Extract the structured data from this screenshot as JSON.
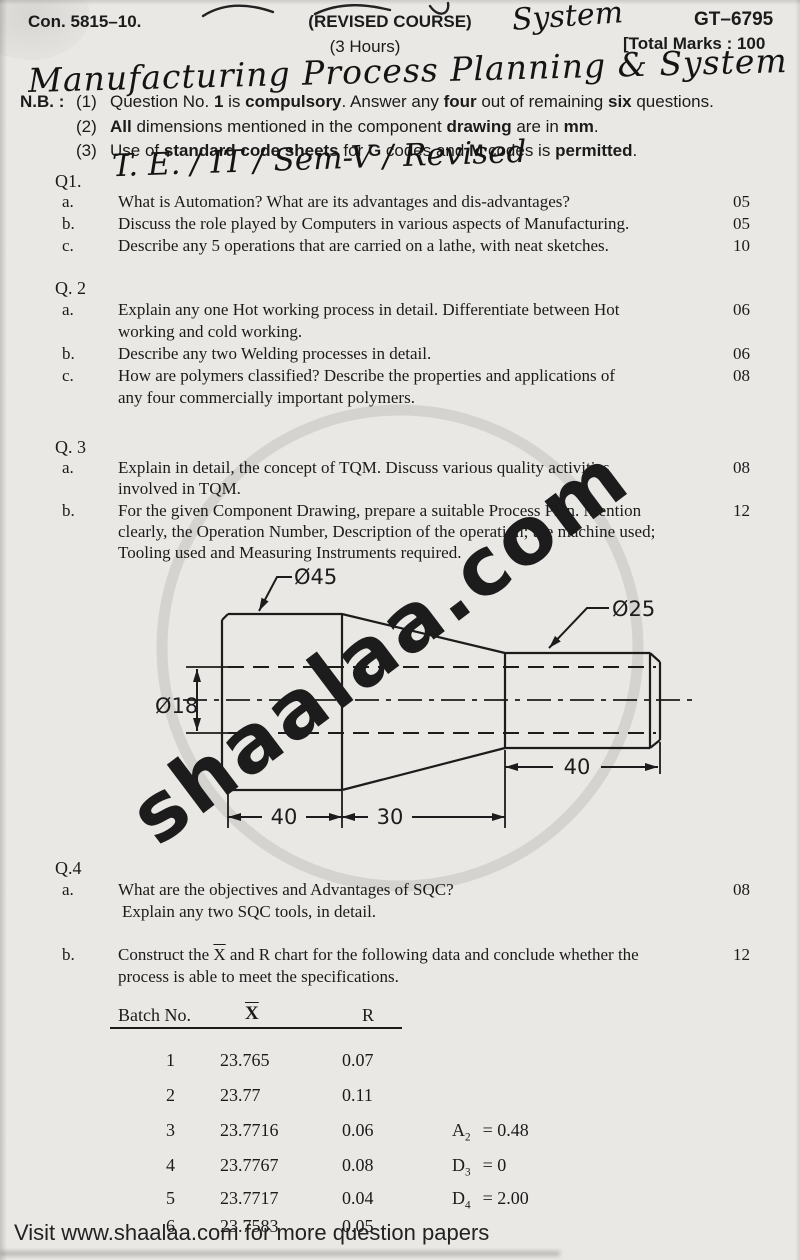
{
  "header": {
    "con_no": "Con. 5815–10.",
    "course_type": "(REVISED COURSE)",
    "paper_code": "GT–6795",
    "duration": "(3 Hours)",
    "total_marks": "[Total Marks : 100"
  },
  "handwriting": {
    "system_note": "System",
    "subject_title": "Manufacturing Process Planning & System",
    "course_info": "T. E. / IT / Sem-V / Revised"
  },
  "nb": {
    "label": "N.B. :",
    "items": [
      {
        "num": "(1)",
        "segments": [
          {
            "t": "Question No. ",
            "b": false
          },
          {
            "t": "1",
            "b": true
          },
          {
            "t": " is ",
            "b": false
          },
          {
            "t": "compulsory",
            "b": true
          },
          {
            "t": ". Answer any ",
            "b": false
          },
          {
            "t": "four",
            "b": true
          },
          {
            "t": " out of remaining ",
            "b": false
          },
          {
            "t": "six",
            "b": true
          },
          {
            "t": " questions.",
            "b": false
          }
        ]
      },
      {
        "num": "(2)",
        "segments": [
          {
            "t": "All",
            "b": true
          },
          {
            "t": " dimensions mentioned in the component ",
            "b": false
          },
          {
            "t": "drawing",
            "b": true
          },
          {
            "t": " are in ",
            "b": false
          },
          {
            "t": "mm",
            "b": true
          },
          {
            "t": ".",
            "b": false
          }
        ]
      },
      {
        "num": "(3)",
        "segments": [
          {
            "t": "Use of ",
            "b": false
          },
          {
            "t": "standard code sheets",
            "b": true
          },
          {
            "t": " for ",
            "b": false
          },
          {
            "t": "G",
            "b": true
          },
          {
            "t": " codes and ",
            "b": false
          },
          {
            "t": "M",
            "b": true
          },
          {
            "t": " codes is ",
            "b": false
          },
          {
            "t": "permitted",
            "b": true
          },
          {
            "t": ".",
            "b": false
          }
        ]
      }
    ]
  },
  "questions": [
    {
      "label": "Q1.",
      "parts": [
        {
          "letter": "a.",
          "lines": [
            "What is Automation? What are its advantages and dis-advantages?"
          ],
          "marks": "05"
        },
        {
          "letter": "b.",
          "lines": [
            "Discuss the role played by Computers in various aspects of Manufacturing."
          ],
          "marks": "05"
        },
        {
          "letter": "c.",
          "lines": [
            "Describe any 5 operations that are carried on a lathe, with neat sketches."
          ],
          "marks": "10"
        }
      ]
    },
    {
      "label": "Q. 2",
      "parts": [
        {
          "letter": "a.",
          "lines": [
            "Explain any one Hot working process in detail. Differentiate between Hot",
            "working and cold working."
          ],
          "marks": "06"
        },
        {
          "letter": "b.",
          "lines": [
            "Describe any two Welding processes in detail."
          ],
          "marks": "06"
        },
        {
          "letter": "c.",
          "lines": [
            "How are polymers classified? Describe the properties and applications of",
            "any four commercially important polymers."
          ],
          "marks": "08"
        }
      ]
    },
    {
      "label": "Q. 3",
      "parts": [
        {
          "letter": "a.",
          "lines": [
            "Explain in detail, the concept of TQM. Discuss various quality activities",
            "involved in TQM."
          ],
          "marks": "08"
        },
        {
          "letter": "b.",
          "lines": [
            "For the given Component Drawing, prepare a suitable Process Plan. Mention",
            "clearly, the Operation Number, Description of the operation; the machine used;",
            "Tooling used and Measuring Instruments required."
          ],
          "marks": "12"
        }
      ]
    },
    {
      "label": "Q.4",
      "parts": [
        {
          "letter": "a.",
          "lines": [
            "What are the objectives and Advantages of SQC?",
            "Explain any two SQC tools, in detail."
          ],
          "marks": "08"
        },
        {
          "letter": "b.",
          "line1_pre": "Construct the ",
          "xbar": "X",
          "line1_post": " and R chart for the following data and conclude whether the",
          "line2": "process is able to meet the specifications.",
          "marks": "12"
        }
      ]
    }
  ],
  "drawing": {
    "dia45": "Ø45",
    "dia25": "Ø25",
    "dia18": "Ø18",
    "len40_right": "40",
    "len40_left": "40",
    "len30": "30"
  },
  "table": {
    "headers": {
      "batch": "Batch No.",
      "xbar": "X",
      "r": "R"
    },
    "rows": [
      {
        "no": "1",
        "xbar": "23.765",
        "r": "0.07"
      },
      {
        "no": "2",
        "xbar": "23.77",
        "r": "0.11"
      },
      {
        "no": "3",
        "xbar": "23.7716",
        "r": "0.06"
      },
      {
        "no": "4",
        "xbar": "23.7767",
        "r": "0.08"
      },
      {
        "no": "5",
        "xbar": "23.7717",
        "r": "0.04"
      },
      {
        "no": "6",
        "xbar": "23.7583",
        "r": "0.05"
      }
    ],
    "constants": [
      {
        "name": "A",
        "sub": "2",
        "value": "= 0.48"
      },
      {
        "name": "D",
        "sub": "3",
        "value": "= 0"
      },
      {
        "name": "D",
        "sub": "4",
        "value": "= 2.00"
      }
    ]
  },
  "watermark": {
    "text": "shaalaa.com"
  },
  "footer": {
    "text": "Visit www.shaalaa.com for more question papers"
  }
}
